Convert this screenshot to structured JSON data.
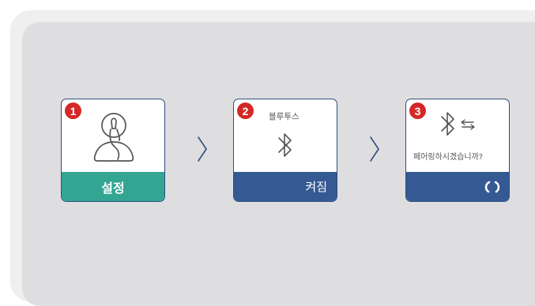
{
  "steps": [
    {
      "number": "1",
      "bottom_label": "설정"
    },
    {
      "number": "2",
      "top_label": "블루투스",
      "bottom_label": "켜짐"
    },
    {
      "number": "3",
      "top_label": "페어링하시겠습니까?"
    }
  ],
  "icons": {
    "card1": "person-with-cannula-icon",
    "card2": "bluetooth-icon",
    "card3": [
      "bluetooth-icon",
      "pairing-arrows-icon",
      "loading-spinner-icon"
    ],
    "separator": "chevron-right-icon"
  },
  "colors": {
    "badge": "#d42827",
    "green": "#33a593",
    "blue": "#355a93",
    "border": "#2f4f7f"
  }
}
